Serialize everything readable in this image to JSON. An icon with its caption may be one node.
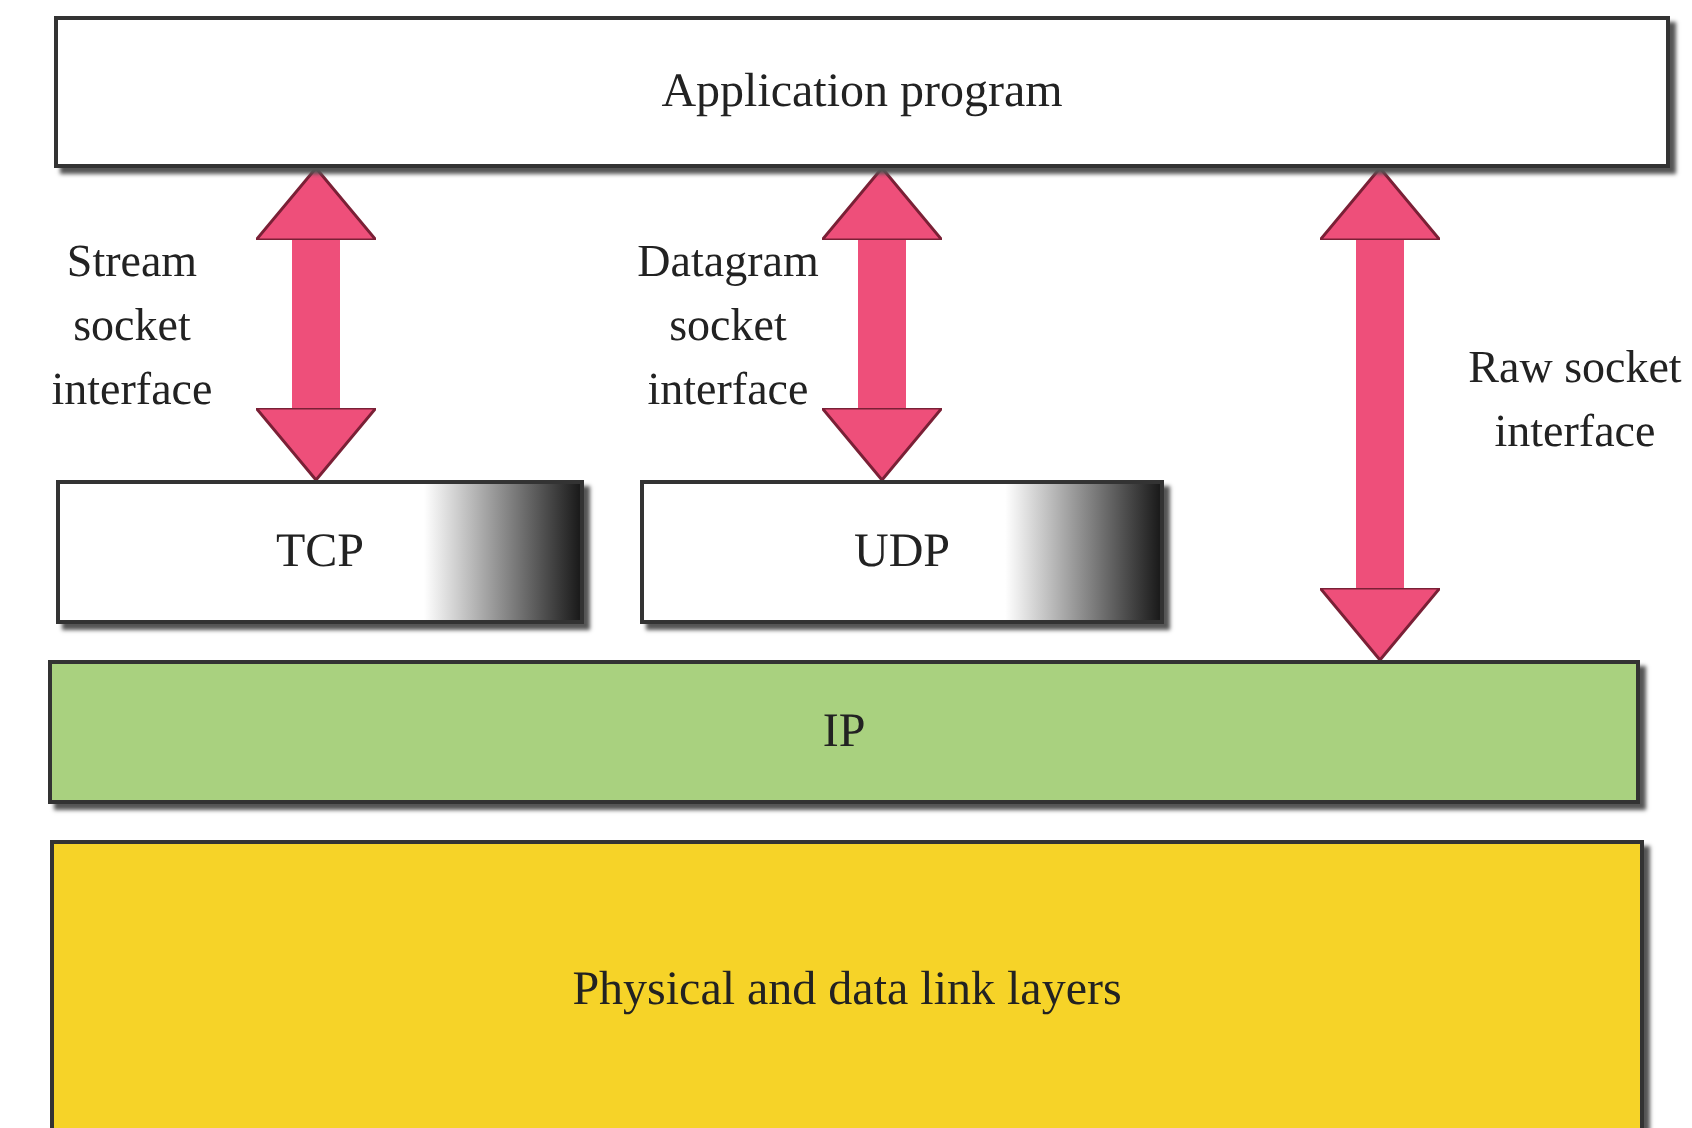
{
  "diagram": {
    "nodes": [
      {
        "text": [
          "Application program"
        ]
      },
      {
        "text": [
          "TCP"
        ]
      },
      {
        "text": [
          "UDP"
        ]
      },
      {
        "text": [
          "IP"
        ]
      },
      {
        "text": [
          "Physical and data link layers"
        ]
      }
    ],
    "edges": [
      {
        "from": 0,
        "to": 1,
        "arrow": "both",
        "label": "Stream socket interface"
      },
      {
        "from": 0,
        "to": 2,
        "arrow": "both",
        "label": "Datagram socket interface"
      },
      {
        "from": 0,
        "to": 3,
        "arrow": "both",
        "label": "Raw socket interface"
      }
    ]
  }
}
